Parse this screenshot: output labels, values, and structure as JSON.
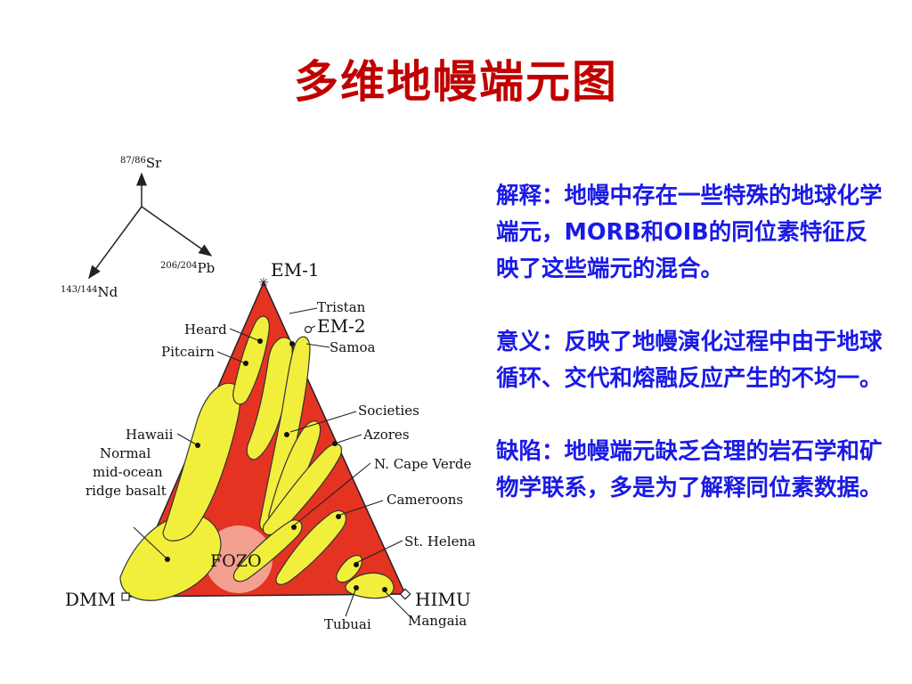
{
  "title": "多维地幔端元图",
  "colors": {
    "title": "#c00000",
    "text": "#1a1ae6",
    "triangle": "#e53322",
    "field": "#f2ef3c",
    "fozo": "#f4a090"
  },
  "axes": {
    "sr": {
      "sup": "87/86",
      "label": "Sr"
    },
    "pb": {
      "sup": "206/204",
      "label": "Pb"
    },
    "nd": {
      "sup": "143/144",
      "label": "Nd"
    }
  },
  "endmembers": {
    "em1": "EM-1",
    "em2": "EM-2",
    "dmm": "DMM",
    "himu": "HIMU",
    "fozo": "FOZO"
  },
  "labels": {
    "tristan": "Tristan",
    "heard": "Heard",
    "samoa": "Samoa",
    "pitcairn": "Pitcairn",
    "societies": "Societies",
    "hawaii": "Hawaii",
    "azores": "Azores",
    "morb1": "Normal",
    "morb2": "mid-ocean",
    "morb3": "ridge basalt",
    "ncape": "N. Cape Verde",
    "cameroons": "Cameroons",
    "sthelena": "St. Helena",
    "tubuai": "Tubuai",
    "mangaia": "Mangaia"
  },
  "text": {
    "explain": "解释：地幔中存在一些特殊的地球化学端元，MORB和OIB的同位素特征反映了这些端元的混合。",
    "meaning": "意义：反映了地幔演化过程中由于地球循环、交代和熔融反应产生的不均一。",
    "defect": "缺陷：地幔端元缺乏合理的岩石学和矿物学联系，多是为了解释同位素数据。"
  }
}
